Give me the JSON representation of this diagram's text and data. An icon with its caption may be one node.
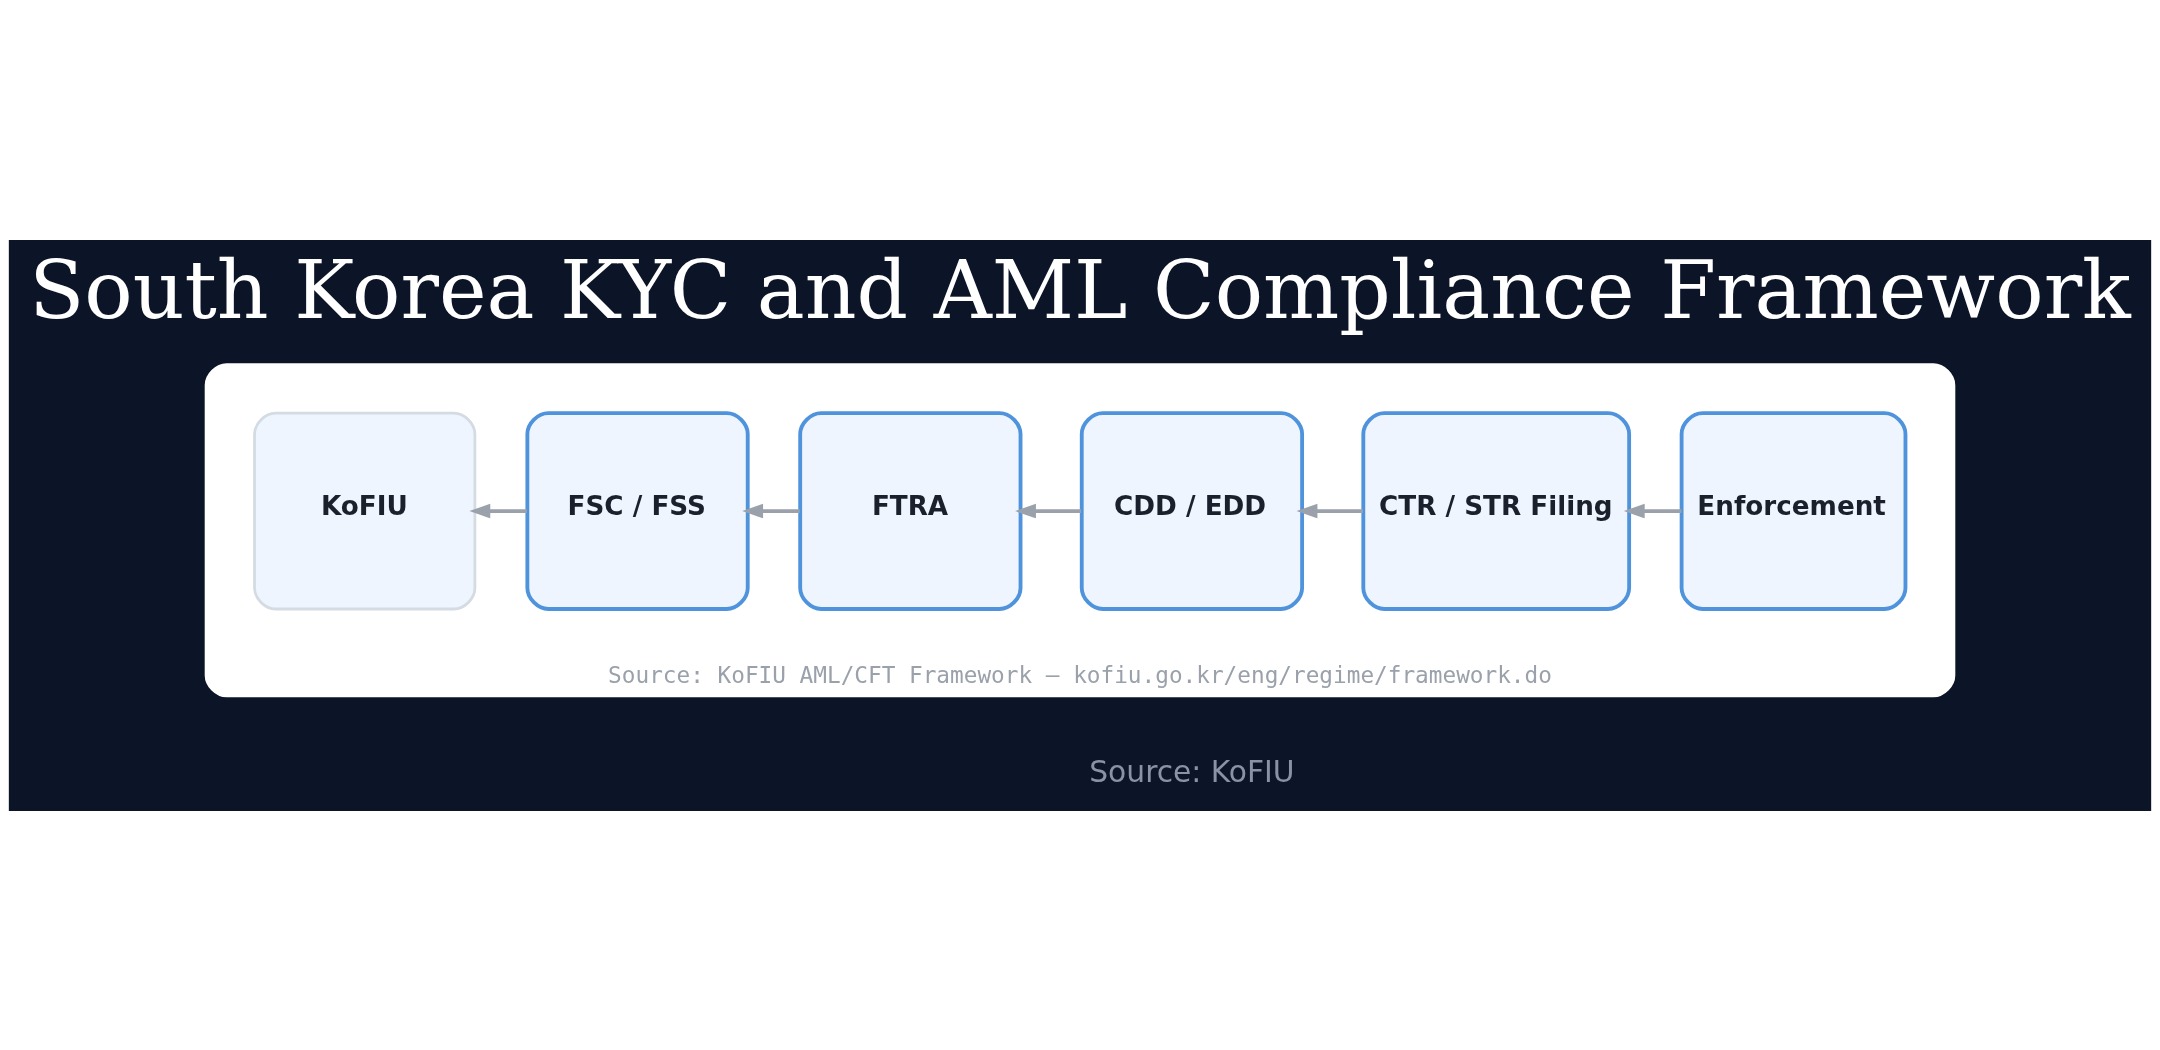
{
  "diagram": {
    "title": "South Korea KYC and AML Compliance Framework",
    "nodes": [
      {
        "text": [
          "Source: KoFIU AML/CFT Framework — kofiu.go.kr/eng/regime/framework.do"
        ]
      },
      {
        "text": [
          "KoFIU"
        ],
        "in": 0
      },
      {
        "text": [
          "FSC / FSS"
        ],
        "in": 0
      },
      {
        "text": [
          "FTRA"
        ],
        "in": 0
      },
      {
        "text": [
          "CDD / EDD"
        ],
        "in": 0
      },
      {
        "text": [
          "CTR / STR Filing"
        ],
        "in": 0
      },
      {
        "text": [
          "Enforcement"
        ],
        "in": 0
      }
    ],
    "edges": [
      {
        "from": 2,
        "to": 1,
        "arrow": "to"
      },
      {
        "from": 3,
        "to": 2,
        "arrow": "to"
      },
      {
        "from": 4,
        "to": 3,
        "arrow": "to"
      },
      {
        "from": 5,
        "to": 4,
        "arrow": "to"
      },
      {
        "from": 6,
        "to": 5,
        "arrow": "to"
      }
    ],
    "labels": [
      "Source: KoFIU"
    ]
  }
}
